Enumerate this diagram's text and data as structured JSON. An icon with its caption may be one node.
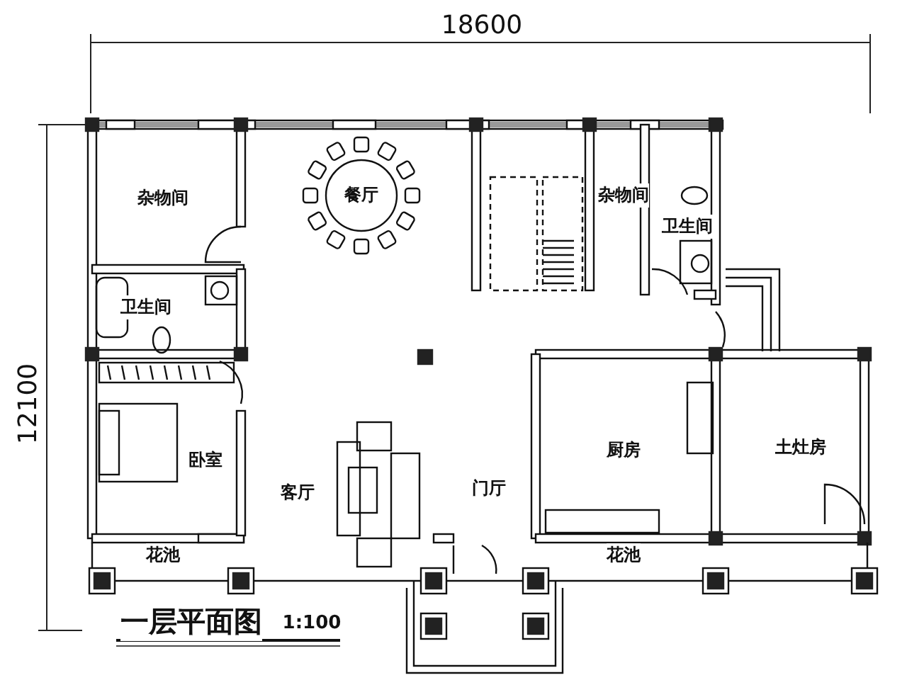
{
  "diagram": {
    "title": "一层平面图",
    "labels": [
      "18600",
      "杂物间",
      "餐厅",
      "杂物间",
      "卫生间",
      "卫生间",
      "12100",
      "卧室",
      "厨房",
      "土灶房",
      "客厅",
      "门厅",
      "花池",
      "花池",
      "1:100"
    ]
  }
}
